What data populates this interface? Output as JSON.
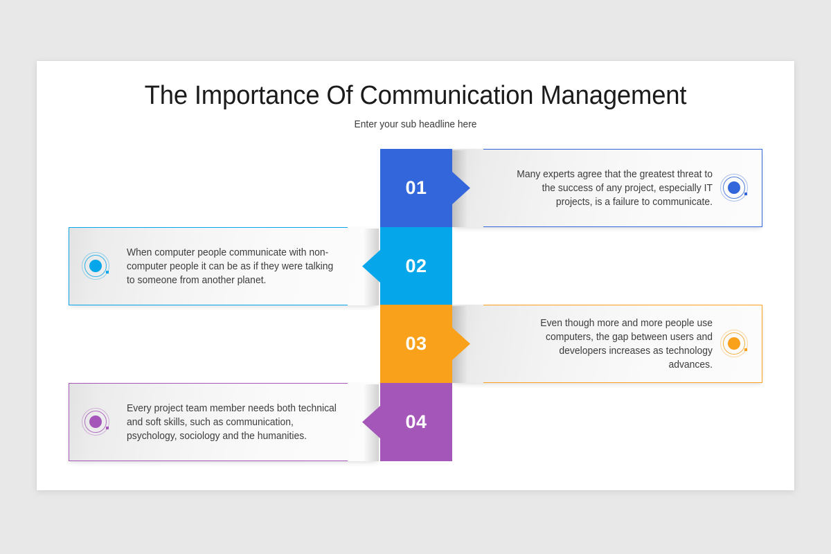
{
  "slide": {
    "title": "The Importance Of Communication Management",
    "subtitle": "Enter your sub headline here",
    "background_color": "#e9e8e9",
    "card_color": "#ffffff"
  },
  "items": [
    {
      "number": "01",
      "color": "#3366DB",
      "side": "right",
      "text": "Many experts agree that the greatest threat to the success of any project, especially IT projects, is a failure to communicate.",
      "icon": "orbit-icon"
    },
    {
      "number": "02",
      "color": "#06A7EA",
      "side": "left",
      "text": "When computer people communicate with non-computer people it can be as if they were talking to someone from another planet.",
      "icon": "orbit-icon"
    },
    {
      "number": "03",
      "color": "#F9A11B",
      "side": "right",
      "text": "Even though more and more people use computers, the gap between users and developers increases as technology advances.",
      "icon": "orbit-icon"
    },
    {
      "number": "04",
      "color": "#A556B9",
      "side": "left",
      "text": "Every project team member needs both technical and soft skills, such as communication, psychology, sociology and the humanities.",
      "icon": "orbit-icon"
    }
  ]
}
